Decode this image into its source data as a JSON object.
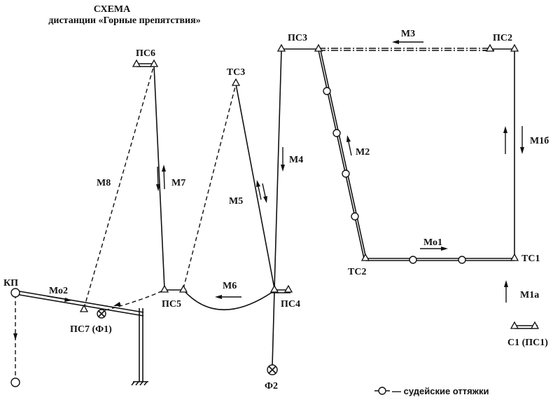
{
  "title": {
    "line1": "СХЕМА",
    "line2": "дистанции «Горные препятствия»"
  },
  "labels": {
    "ps6": "ПС6",
    "ts3": "ТС3",
    "ps3": "ПС3",
    "ps2": "ПС2",
    "m3": "М3",
    "m1b": "М1б",
    "m2": "М2",
    "m4": "М4",
    "m5": "М5",
    "m7": "М7",
    "m8": "М8",
    "m6": "М6",
    "mo1": "Мо1",
    "mo2": "Мо2",
    "ts2": "ТС2",
    "ts1": "ТС1",
    "m1a": "М1а",
    "ps5": "ПС5",
    "ps4": "ПС4",
    "kp": "КП",
    "ps7": "ПС7 (Ф1)",
    "f2": "Ф2",
    "s1": "С1 (ПС1)"
  },
  "legend": {
    "text": "— судейские оттяжки",
    "icon": "judge-guy-line-icon"
  }
}
